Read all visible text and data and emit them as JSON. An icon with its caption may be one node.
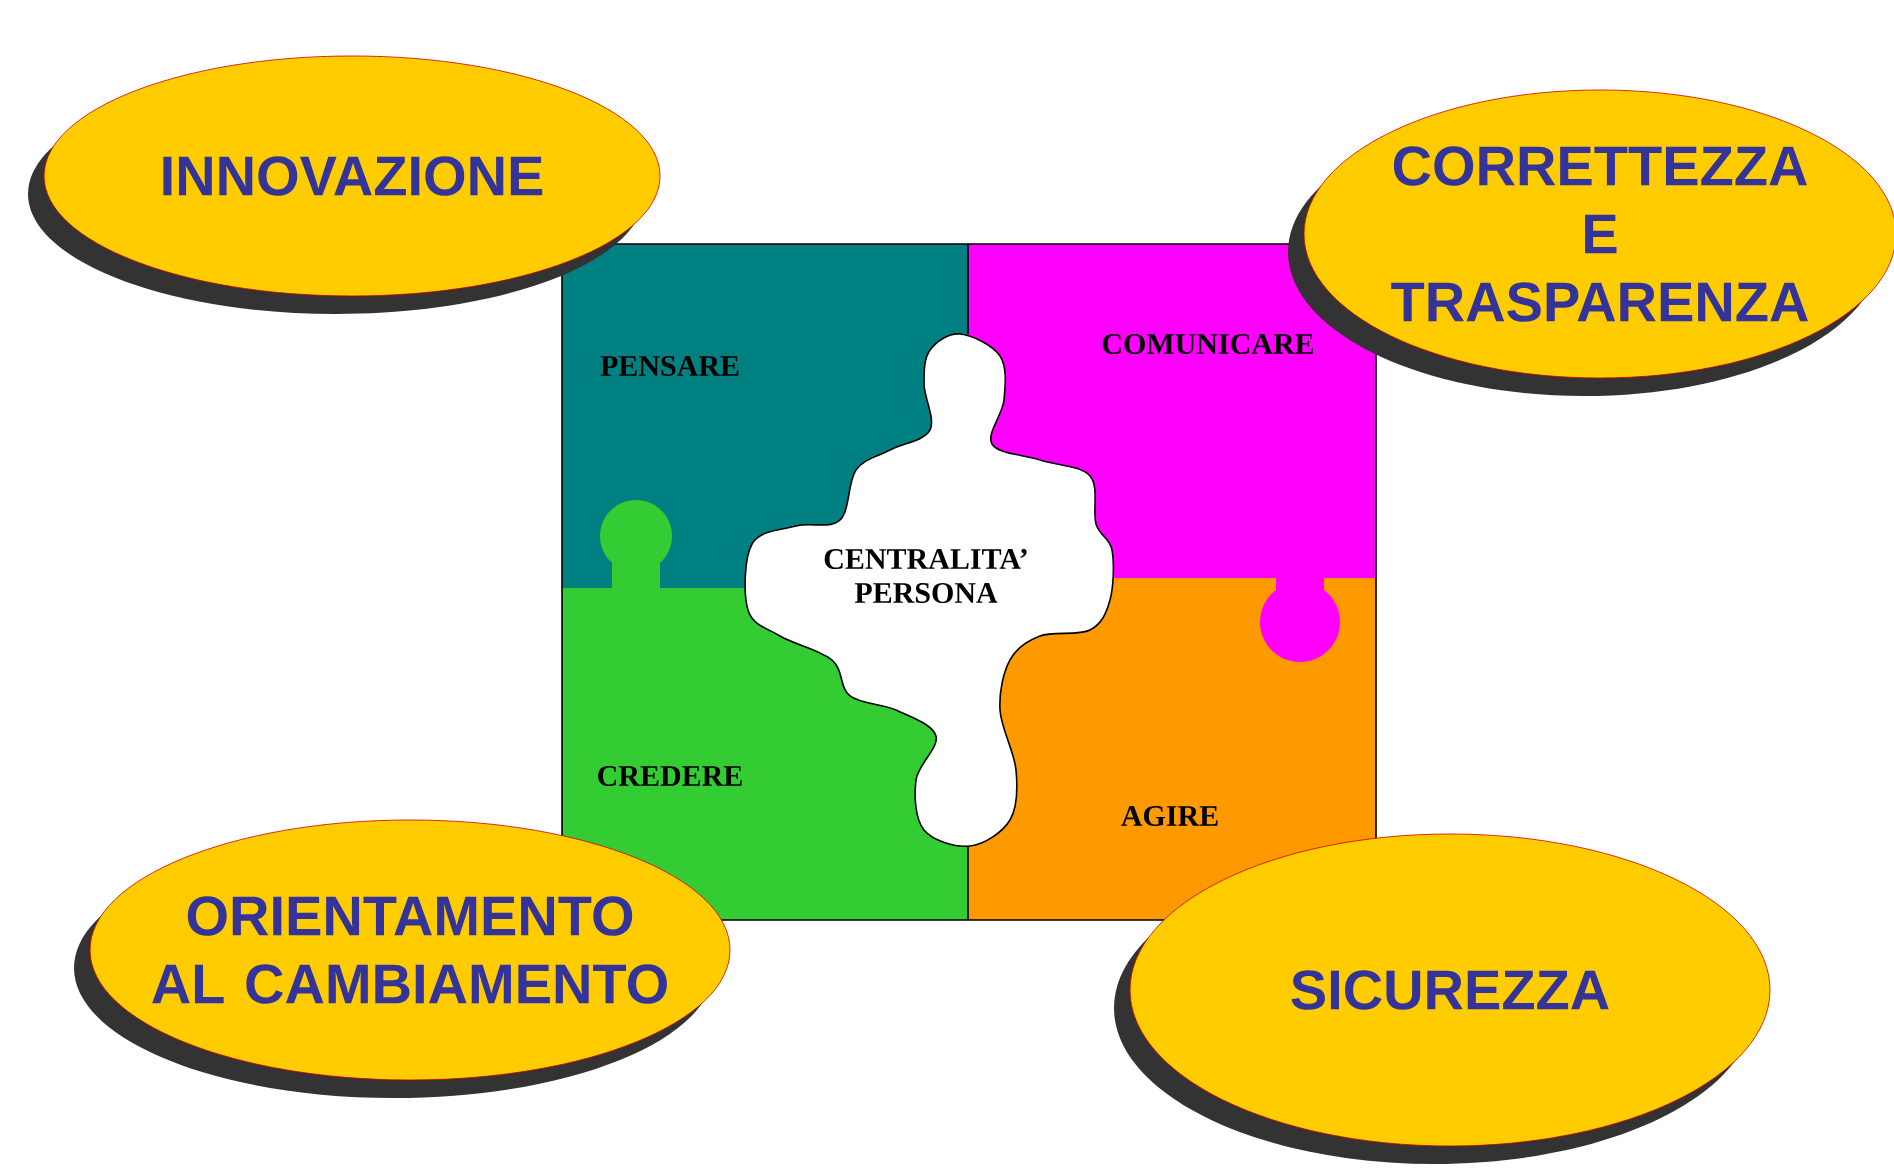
{
  "diagram": {
    "nodes": [
      {
        "text": [
          "INNOVAZIONE"
        ]
      },
      {
        "text": [
          "CORRETTEZZA E TRASPARENZA"
        ]
      },
      {
        "text": [
          "PENSARE"
        ]
      },
      {
        "text": [
          "COMUNICARE"
        ]
      },
      {
        "text": [
          "CENTRALITA’ PERSONA"
        ]
      },
      {
        "text": [
          "CREDERE"
        ]
      },
      {
        "text": [
          "AGIRE"
        ]
      },
      {
        "text": [
          "ORIENTAMENTO AL CAMBIAMENTO"
        ]
      },
      {
        "text": [
          "SICUREZZA"
        ]
      }
    ]
  }
}
